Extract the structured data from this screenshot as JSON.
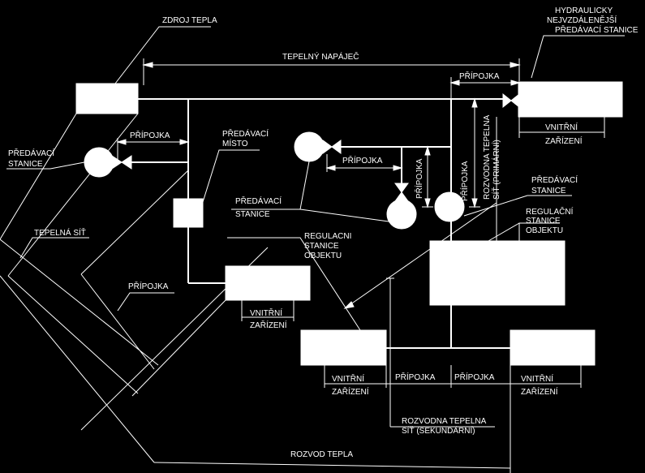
{
  "labels": {
    "zdroj_tepla": "ZDROJ TEPLA",
    "hydraulicky": [
      "HYDRAULICKY",
      "NEJVZDÁLENĚJŠÍ",
      "PŘEDÁVACÍ STANICE"
    ],
    "tepelny_napajec": "TEPELNÝ NAPÁJEČ",
    "pripojka_top_right": "PŘÍPOJKA",
    "pripojka_left": "PŘÍPOJKA",
    "predavaci_misto": [
      "PŘEDÁVACÍ",
      "MÍSTO"
    ],
    "predavaci_stanice_left": [
      "PŘEDÁVACÍ",
      "STANICE"
    ],
    "pripojka_mid": "PŘÍPOJKA",
    "pripojka_v1": "PŘÍPOJKA",
    "pripojka_v2": "PŘÍPOJKA",
    "rozvodna_primarni": [
      "ROZVODNA TEPELNA",
      "SÍŤ (PRIMÁRNÍ)"
    ],
    "vnitrni_top": [
      "VNITŘNÍ",
      "ZAŘÍZENÍ"
    ],
    "predavaci_stanice_mid": [
      "PŘEDÁVACÍ",
      "STANICE"
    ],
    "predavaci_stanice_right": [
      "PŘEDÁVACÍ",
      "STANICE"
    ],
    "regulacni_right": [
      "REGULAČNÍ",
      "STANICE",
      "OBJEKTU"
    ],
    "tepelna_sit": "TEPELNÁ SÍŤ",
    "regulacni_mid": [
      "REGULACNI",
      "STANICE",
      "OBJEKTU"
    ],
    "pripojka_lower_left": "PŘÍPOJKA",
    "vnitrni_mid": [
      "VNITŘNÍ",
      "ZAŘÍZENÍ"
    ],
    "vnitrni_bl": [
      "VNITŘNÍ",
      "ZAŘÍZENÍ"
    ],
    "pripojka_b1": "PŘÍPOJKA",
    "pripojka_b2": "PŘÍPOJKA",
    "vnitrni_br": [
      "VNITŘNÍ",
      "ZAŘÍZENÍ"
    ],
    "rozvodna_sekundarni": [
      "ROZVODNA TEPELNA",
      "SÍŤ (SEKUNDÁRNÍ)"
    ],
    "rozvod_tepla": "ROZVOD TEPLA"
  }
}
